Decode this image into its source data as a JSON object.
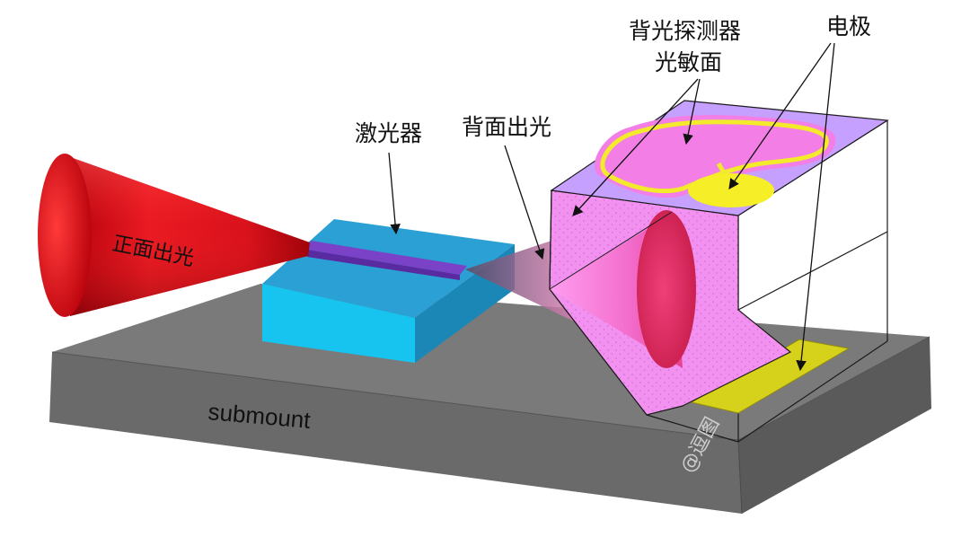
{
  "labels": {
    "front_emission": "正面出光",
    "laser": "激光器",
    "back_emission": "背面出光",
    "detector_line1": "背光探测器",
    "detector_line2": "光敏面",
    "electrode": "电极",
    "submount": "submount"
  },
  "watermark": "@逗图",
  "colors": {
    "submount_top": "#7b7a7a",
    "submount_front": "#6a6969",
    "submount_side": "#5a5959",
    "laser_chip_top": "#2a9fd3",
    "laser_chip_front": "#15c2ee",
    "laser_chip_side": "#1a86b4",
    "laser_waveguide": "#7a42c7",
    "front_beam": "#e0141e",
    "detector_face": "#f28ef0",
    "detector_top": "#c9a0ff",
    "electrode_yellow": "#f3ea2c",
    "back_pad": "#d7d21c"
  }
}
